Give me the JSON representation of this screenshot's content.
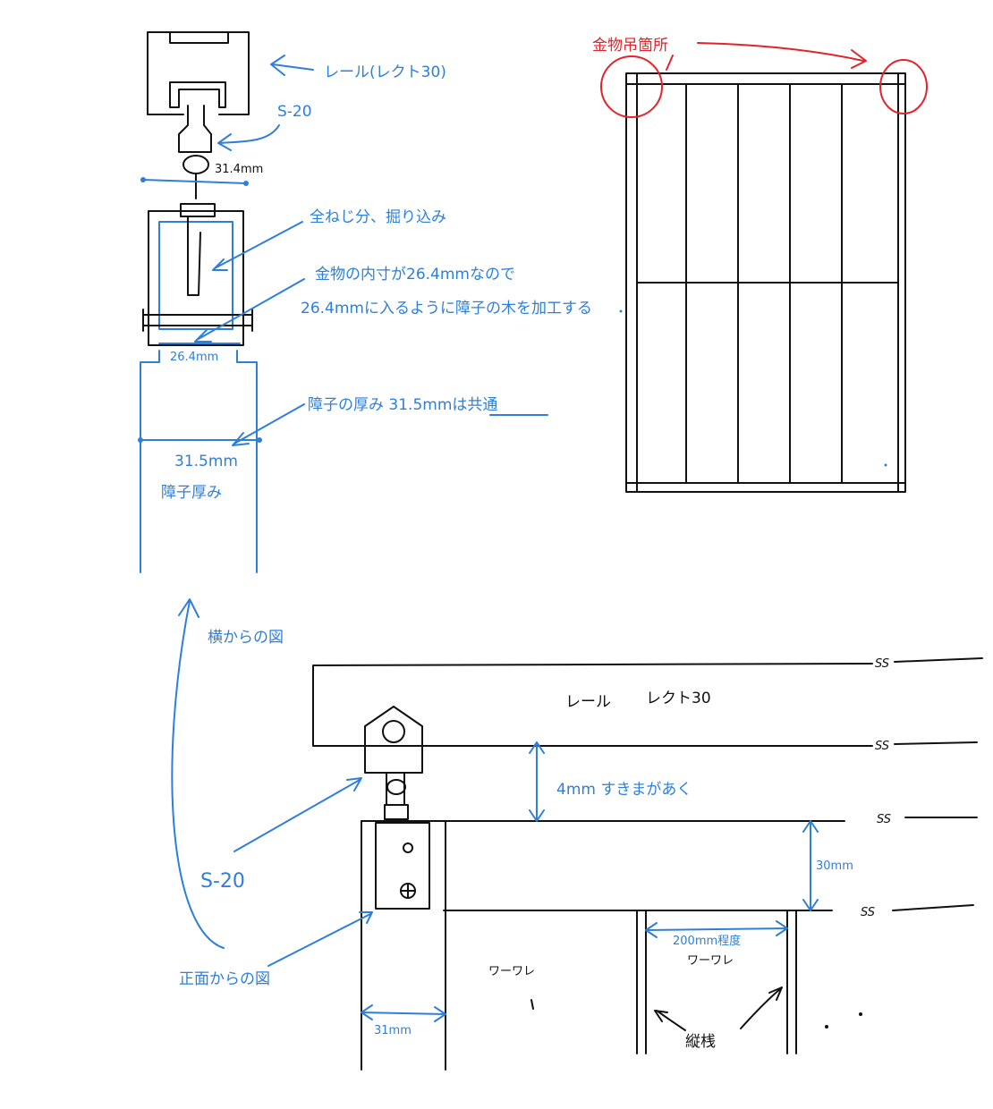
{
  "colors": {
    "black": "#111111",
    "blue": "#2f7fd8",
    "red": "#e2232a"
  },
  "side_view": {
    "rail_label": "レール(レクト30)",
    "runner_label": "S-20",
    "runner_width": "31.4mm",
    "screw_note": "全ねじ分、掘り込み",
    "fitting_note_line1": "金物の内寸が26.4mmなので",
    "fitting_note_line2": "26.4mmに入るように障子の木を加工する",
    "inner_width": "26.4mm",
    "thickness_note": "障子の厚み 31.5mmは共通",
    "thickness_value": "31.5mm",
    "thickness_label": "障子厚み",
    "view_label": "横からの図"
  },
  "panel_view": {
    "hanger_label": "金物吊箇所"
  },
  "front_view": {
    "rail_label": "レール",
    "rail_model": "レクト30",
    "gap_note": "4mm すきまがあく",
    "top_rail_height": "30mm",
    "runner_label": "S-20",
    "view_label": "正面からの図",
    "tenon_label_1": "ワーワレ",
    "tenon_label_2": "ワーワレ",
    "spacing_note": "200mm程度",
    "stile_width": "31mm",
    "mullion_label": "縦桟",
    "ss_label": "SS"
  }
}
